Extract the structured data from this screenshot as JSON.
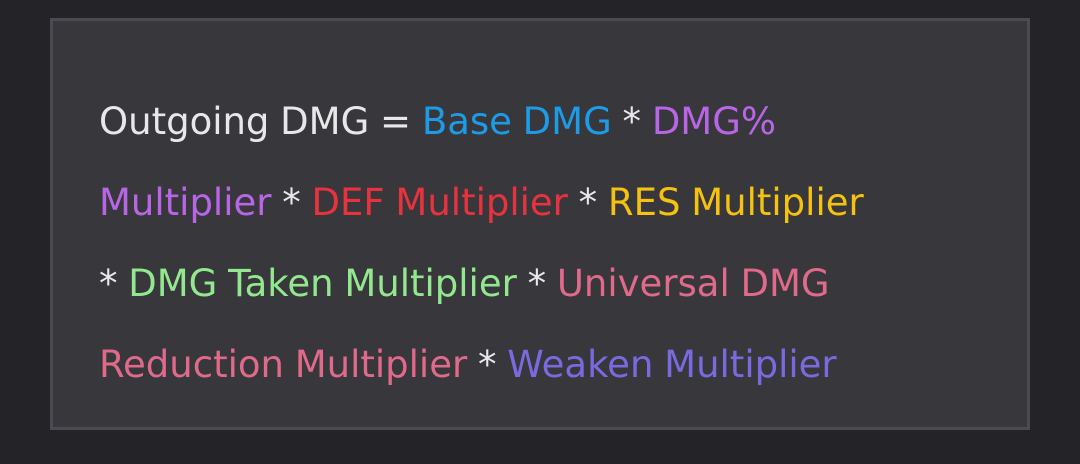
{
  "colors": {
    "page_background": "#242428",
    "card_background": "#37373c",
    "card_border": "#4a4b52",
    "text": "#e8e8ea",
    "base_dmg": "#1e9be6",
    "dmg_percent_multiplier": "#b866e6",
    "def_multiplier": "#e8333f",
    "res_multiplier": "#f5c211",
    "dmg_taken_multiplier": "#93e88f",
    "universal_dmg_reduction_multiplier": "#e06a8a",
    "weaken_multiplier": "#7a6ae0"
  },
  "formula": {
    "result": "Outgoing DMG",
    "equals": "=",
    "operator": "*",
    "terms": {
      "base_dmg": "Base DMG",
      "dmg_percent_multiplier_line1": "DMG%",
      "dmg_percent_multiplier_line2": "Multiplier",
      "def_multiplier": "DEF Multiplier",
      "res_multiplier": "RES Multiplier",
      "dmg_taken_multiplier": "DMG Taken Multiplier",
      "universal_dmg_reduction_multiplier_line1": "Universal DMG",
      "universal_dmg_reduction_multiplier_line2": "Reduction Multiplier",
      "weaken_multiplier": "Weaken Multiplier"
    }
  }
}
